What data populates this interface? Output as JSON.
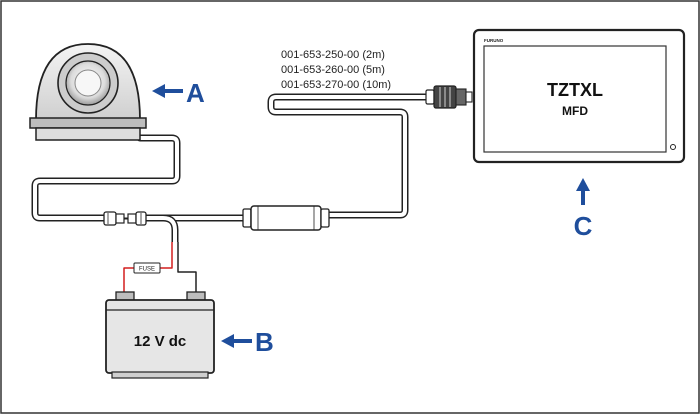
{
  "cable_part_numbers": [
    "001-653-250-00 (2m)",
    "001-653-260-00 (5m)",
    "001-653-270-00 (10m)"
  ],
  "display": {
    "brand": "FURUNO",
    "model": "TZTXL",
    "type": "MFD"
  },
  "battery": {
    "label": "12 V dc"
  },
  "fuse": {
    "label": "FUSE"
  },
  "callouts": {
    "camera": "A",
    "battery": "B",
    "display": "C"
  },
  "colors": {
    "callout": "#1f4e9c",
    "outline": "#222222",
    "battery_fill": "#e6e6e6",
    "wire_red": "#d41f1f"
  }
}
